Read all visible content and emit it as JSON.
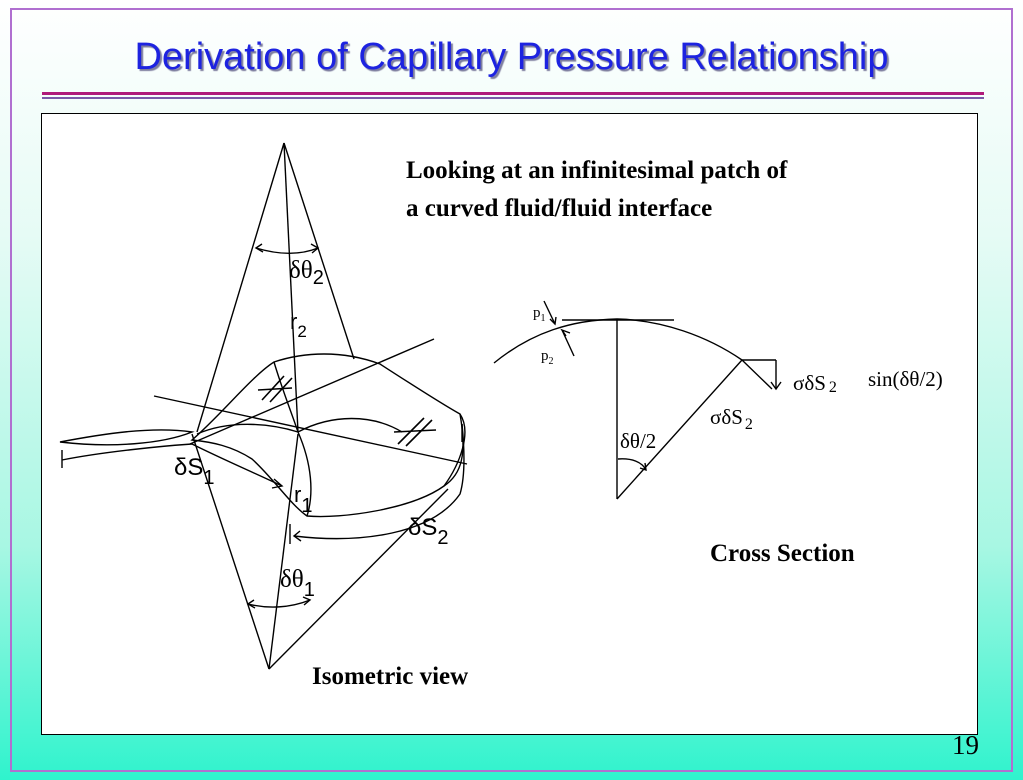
{
  "slide": {
    "title": "Derivation of Capillary Pressure Relationship",
    "page_number": "19"
  },
  "diagram": {
    "intro_line1": "Looking at an infinitesimal patch of",
    "intro_line2": "a curved  fluid/fluid interface",
    "isometric_caption": "Isometric view",
    "cross_section_caption": "Cross Section",
    "iso": {
      "dtheta2_symbol": "δθ",
      "dtheta2_sub": "2",
      "r2_symbol": "r",
      "r2_sub": "2",
      "dS1_symbol": "δS",
      "dS1_sub": "1",
      "r1_symbol": "r",
      "r1_sub": "1",
      "dS2_symbol": "δS",
      "dS2_sub": "2",
      "dtheta1_symbol": "δθ",
      "dtheta1_sub": "1"
    },
    "cross": {
      "p1_symbol": "p",
      "p1_sub": "1",
      "p2_symbol": "p",
      "p2_sub": "2",
      "force_vertical_symbol": "σδS",
      "force_vertical_sub": "2",
      "sin_term": "sin(δθ/2)",
      "force_symbol": "σδS",
      "force_sub": "2",
      "half_angle": "δθ/2"
    },
    "colors": {
      "title": "#1d23e0",
      "rule": "#b01a7a",
      "frame": "#b06fd0"
    }
  }
}
